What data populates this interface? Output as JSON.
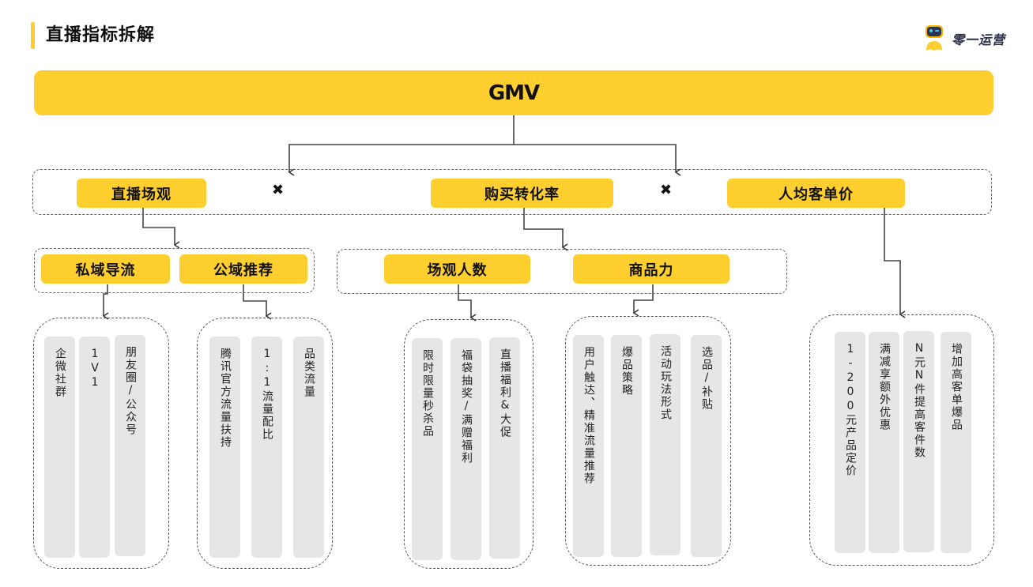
{
  "header": {
    "title": "直播指标拆解",
    "brand_name": "零一运营",
    "brand_icon": "robot-mascot-icon",
    "accent_color": "#FFCE2F"
  },
  "root": {
    "label": "GMV"
  },
  "level1": {
    "operator": "✖",
    "items": [
      {
        "label": "直播场观"
      },
      {
        "label": "购买转化率"
      },
      {
        "label": "人均客单价"
      }
    ]
  },
  "level2": {
    "group_a": [
      {
        "label": "私域导流"
      },
      {
        "label": "公域推荐"
      }
    ],
    "group_b": [
      {
        "label": "场观人数"
      },
      {
        "label": "商品力"
      }
    ]
  },
  "leaves": {
    "private_traffic": [
      "企微社群",
      "1V1",
      "朋友圈/公众号"
    ],
    "public_recommend": [
      "腾讯官方流量扶持",
      "1:1流量配比",
      "品类流量"
    ],
    "viewer_count": [
      "限时限量秒杀品",
      "福袋抽奖/满赠福利",
      "直播福利&大促"
    ],
    "product_power": [
      "用户触达、精准流量推荐",
      "爆品策略",
      "活动玩法形式",
      "选品/补贴"
    ],
    "avg_order_value": [
      "1-200元产品定价",
      "满减享额外优惠",
      "N元N件提高客件数",
      "增加高客单爆品"
    ]
  }
}
